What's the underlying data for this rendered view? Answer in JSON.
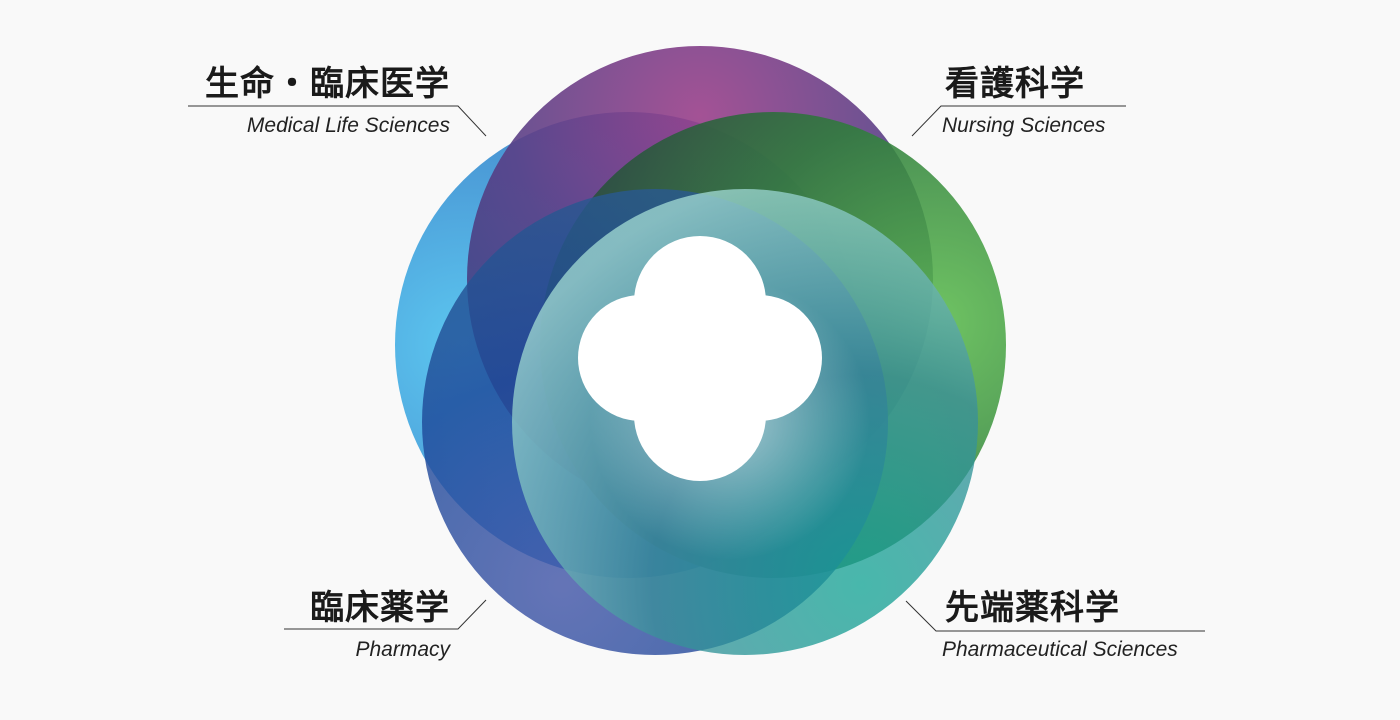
{
  "quadrants": {
    "top_left": {
      "jp": "生命・臨床医学",
      "en": "Medical Life Sciences",
      "color": "#3bb3e8"
    },
    "top_right": {
      "jp": "看護科学",
      "en": "Nursing Sciences",
      "color": "#4aad4f"
    },
    "bottom_left": {
      "jp": "臨床薬学",
      "en": "Pharmacy",
      "color": "#3d4d9e"
    },
    "bottom_right": {
      "jp": "先端薬科学",
      "en": "Pharmaceutical Sciences",
      "color": "#149e8c"
    }
  },
  "palette": {
    "top": "#95357e",
    "left": "#3bb3e8",
    "right": "#4aad4f",
    "bottom_left": "#3d4d9e",
    "bottom_right": "#149e8c",
    "center": "#ffffff",
    "background": "#f9f9f9",
    "line": "#333333"
  }
}
